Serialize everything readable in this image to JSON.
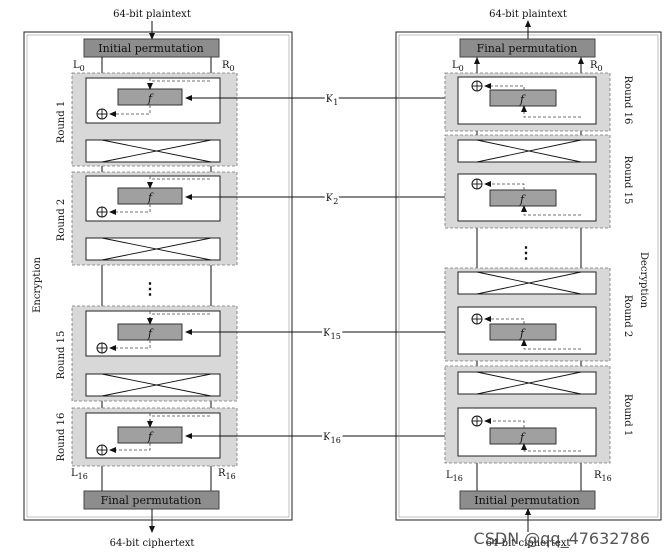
{
  "encryption": {
    "top_label": "64-bit plaintext",
    "initial_permutation": "Initial permutation",
    "final_permutation": "Final permutation",
    "bottom_label": "64-bit ciphertext",
    "side_label": "Encryption",
    "l0": "L",
    "l0_sub": "0",
    "r0": "R",
    "r0_sub": "0",
    "l16": "L",
    "l16_sub": "16",
    "r16": "R",
    "r16_sub": "16",
    "rounds": [
      "Round 1",
      "Round 2",
      "Round 15",
      "Round 16"
    ],
    "f_label": "f",
    "dots": "⋮"
  },
  "decryption": {
    "top_label": "64-bit plaintext",
    "final_permutation": "Final permutation",
    "initial_permutation": "Initial permutation",
    "bottom_label": "64-bit ciphertext",
    "side_label": "Decryption",
    "l0": "L",
    "l0_sub": "0",
    "r0": "R",
    "r0_sub": "0",
    "l16": "L",
    "l16_sub": "16",
    "r16": "R",
    "r16_sub": "16",
    "rounds": [
      "Round 16",
      "Round 15",
      "Round 2",
      "Round 1"
    ],
    "f_label": "f",
    "dots": "⋮"
  },
  "keys": [
    {
      "k": "K",
      "sub": "1"
    },
    {
      "k": "K",
      "sub": "2"
    },
    {
      "k": "K",
      "sub": "15"
    },
    {
      "k": "K",
      "sub": "16"
    }
  ],
  "watermark": "CSDN @qq_47632786"
}
